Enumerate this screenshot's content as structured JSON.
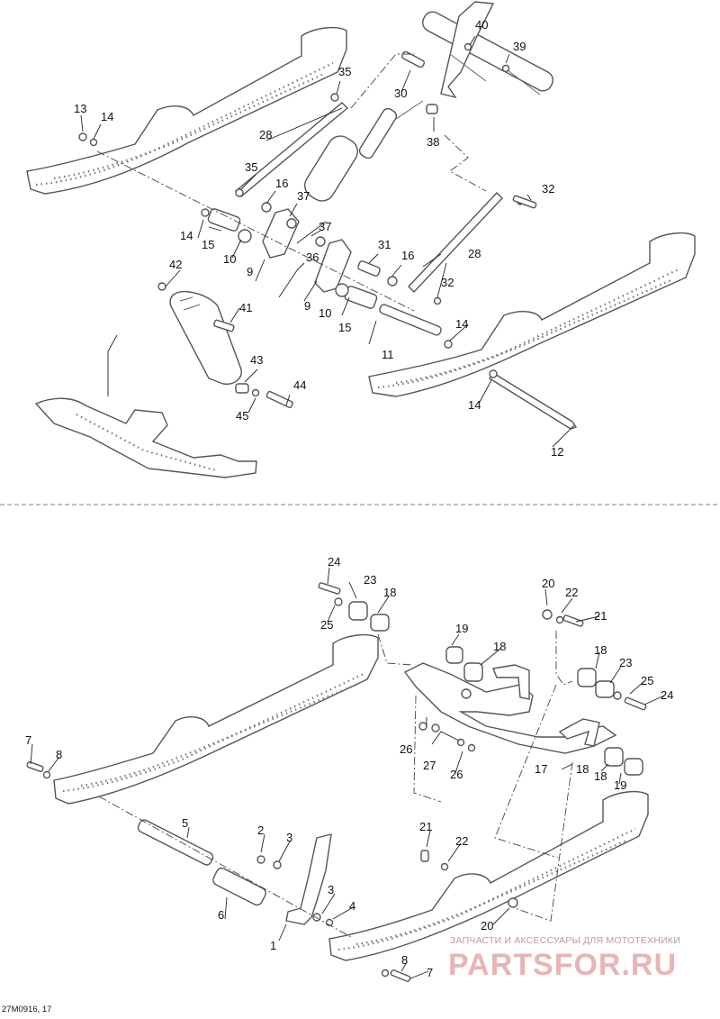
{
  "diagram_ref": "27M0916, 17",
  "watermark": {
    "tagline": "ЗАПЧАСТИ И АКСЕССУАРЫ ДЛЯ МОТОТЕХНИКИ",
    "brand": "PARTSFOR.RU"
  },
  "colors": {
    "line": "#555555",
    "label": "#111111",
    "watermark": "#e8b4b4"
  },
  "labels": [
    "40",
    "39",
    "35",
    "30",
    "38",
    "13",
    "14",
    "28",
    "35",
    "16",
    "37",
    "32",
    "14",
    "15",
    "10",
    "36",
    "37",
    "31",
    "16",
    "28",
    "42",
    "9",
    "9",
    "10",
    "32",
    "41",
    "15",
    "14",
    "11",
    "43",
    "44",
    "45",
    "14",
    "12",
    "24",
    "23",
    "18",
    "20",
    "22",
    "25",
    "21",
    "19",
    "18",
    "18",
    "23",
    "25",
    "24",
    "7",
    "8",
    "26",
    "27",
    "26",
    "17",
    "18",
    "18",
    "19",
    "5",
    "2",
    "3",
    "21",
    "22",
    "3",
    "4",
    "6",
    "20",
    "1",
    "8",
    "7"
  ]
}
